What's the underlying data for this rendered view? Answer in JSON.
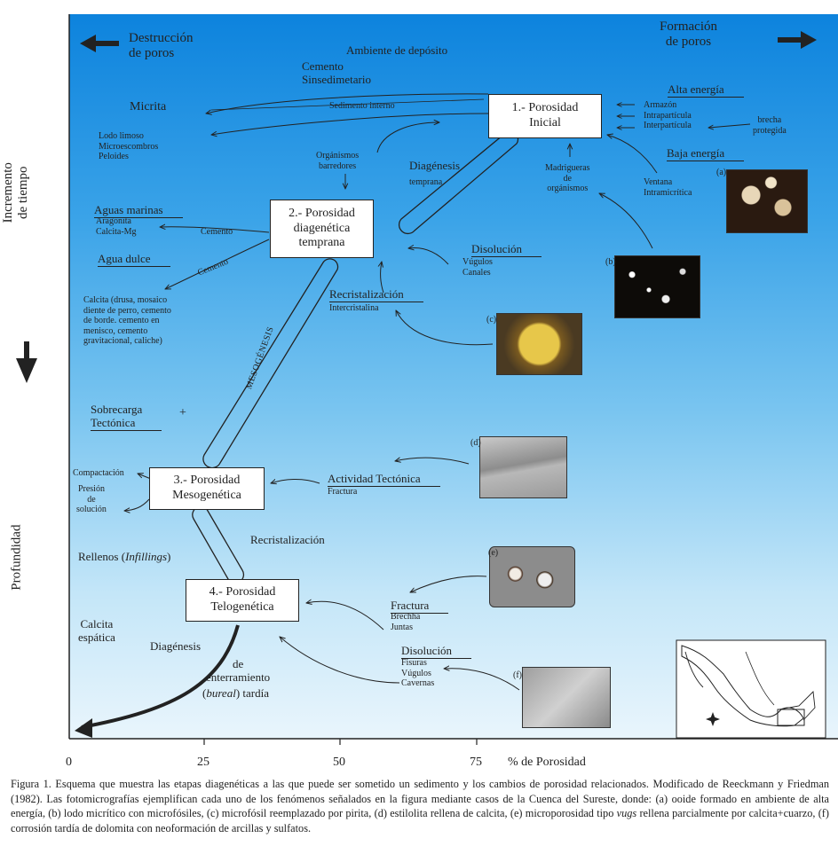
{
  "arrows": {
    "destruccion": "Destrucción\nde poros",
    "formacion": "Formación\nde poros",
    "incremento": "Incremento\nde tiempo",
    "profundidad": "Profundidad"
  },
  "boxes": {
    "inicial": "1.- Porosidad\nInicial",
    "temprana": "2.- Porosidad\ndiagenética\ntemprana",
    "mesogenetica": "3.- Porosidad\nMesogenética",
    "telogenetica": "4.- Porosidad\nTelogenética"
  },
  "labels": {
    "ambiente": "Ambiente de depósito",
    "cemento_sin": "Cemento\nSinsedimetario",
    "sedimento_interno": "Sedimento interno",
    "micrita": "Micrita",
    "lodo": "Lodo limoso\nMicroescombros\nPeloides",
    "organismos": "Orgánismos\nbarredores",
    "diagenesis_temprana_1": "Diagénesis",
    "diagenesis_temprana_2": "temprana",
    "alta_energia": "Alta energía",
    "alta_items": "Armazón\nIntrapartícula\nInterpartícula",
    "brecha": "brecha\nprotegida",
    "baja_energia": "Baja energía",
    "baja_items": "Ventana\nIntramicrítica",
    "madrigueras": "Madrigueras\nde\norgánismos",
    "aguas_marinas": "Aguas marinas",
    "aguas_items": "Aragonita\nCalcita-Mg",
    "cemento_a": "Cemento",
    "cemento_b": "Cemento",
    "agua_dulce": "Agua dulce",
    "calcita_list": "Calcita (drusa, mosaico\ndiente de perro, cemento\nde borde. cemento en\nmenisco, cemento\ngravitacional, caliche)",
    "disolucion_1": "Disolución",
    "disolucion_1_items": "Vúgulos\nCanales",
    "recristalizacion_1": "Recristalización",
    "intercristalina": "Intercristalina",
    "mesogenesis": "MESOGÉNESIS",
    "sobrecarga": "Sobrecarga\nTectónica",
    "plus": "+",
    "compactacion": "Compactación",
    "presion": "Presión\nde\nsolución",
    "actividad_tectonica": "Actividad Tectónica",
    "fractura_1": "Fractura",
    "recristalizacion_2": "Recristalización",
    "rellenos": "Rellenos (",
    "rellenos_em": "Infillings",
    "rellenos_end": ")",
    "fractura_2": "Fractura",
    "fractura_2_items": "Brechha\nJuntas",
    "calcita_espatica": "Calcita\nespática",
    "diagenesis_tardia": "Diagénesis",
    "de_enterramiento": "de\nenterramiento",
    "bureal": "bureal",
    "tardia": " tardía",
    "disolucion_2": "Disolución",
    "disolucion_2_items": "Fisuras\nVúgulos\nCavernas",
    "photo_a": "(a)",
    "photo_b": "(b)",
    "photo_c": "(c)",
    "photo_d": "(d)",
    "photo_e": "(e)",
    "photo_f": "(f)"
  },
  "axis": {
    "ticks": [
      "0",
      "25",
      "50",
      "75"
    ],
    "label": "% de Porosidad"
  },
  "caption": {
    "p1": "Figura 1. Esquema que muestra las etapas diagenéticas a las que puede ser sometido un sedimento y los cambios de porosidad relacionados. Modificado de Reeckmann y Friedman (1982). Las fotomicrografías ejemplifican cada uno de los fenómenos señalados en la figura mediante casos de la Cuenca del Sureste, donde: (a) ooide formado en ambiente de alta energía, (b) lodo micrítico con microfósiles, (c) microfósil reemplazado por pirita, (d) estilolita rellena de calcita, (e) microporosidad tipo ",
    "vugs": "vugs",
    "p2": " rellena parcialmente por calcita+cuarzo, (f) corrosión tardía de dolomita con neoformación de arcillas y sulfatos."
  }
}
